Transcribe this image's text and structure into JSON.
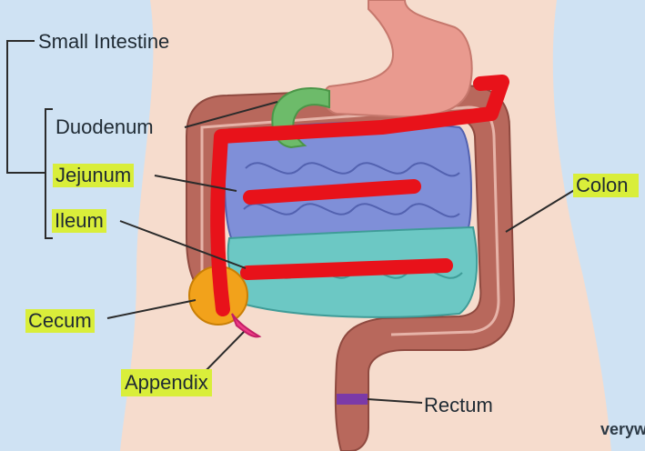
{
  "labels": {
    "small_intestine": "Small Intestine",
    "duodenum": "Duodenum",
    "jejunum": "Jejunum",
    "ileum": "Ileum",
    "cecum": "Cecum",
    "appendix": "Appendix",
    "colon": "Colon",
    "rectum": "Rectum"
  },
  "watermark": "veryw",
  "colors": {
    "background": "#cfe2f3",
    "skin": "#f6dccd",
    "colon": "#b8685c",
    "jejunum": "#7f8fd8",
    "ileum": "#6cc8c4",
    "stomach": "#e99a8f",
    "duodenum": "#6dbb6a",
    "cecum": "#f2a21b",
    "appendix": "#ee3c86",
    "annotation_stroke": "#e8121a",
    "highlight": "#d9ee3a",
    "rectum_band": "#7b3aa8"
  }
}
